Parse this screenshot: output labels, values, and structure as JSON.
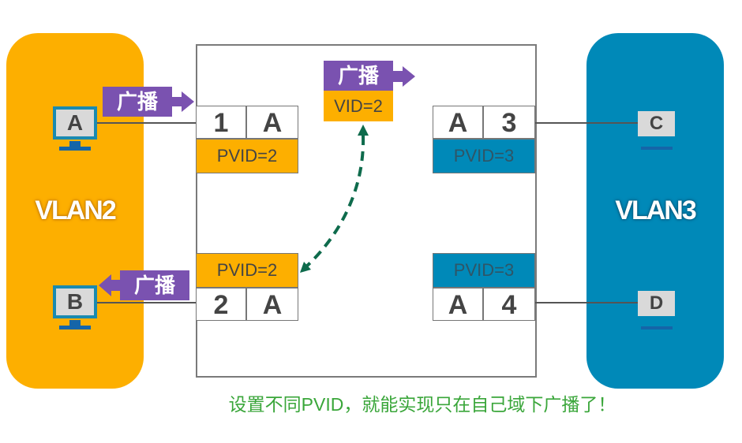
{
  "colors": {
    "vlan2": "#fdaf00",
    "vlan3": "#0089b8",
    "broadcast": "#7a52b0",
    "arrow": "#0e6b4c",
    "caption": "#3aa63a"
  },
  "vlans": [
    {
      "label": "VLAN2"
    },
    {
      "label": "VLAN3"
    }
  ],
  "hosts": [
    {
      "label": "A"
    },
    {
      "label": "B"
    },
    {
      "label": "C"
    },
    {
      "label": "D"
    }
  ],
  "ports": [
    {
      "number": "1",
      "type": "A",
      "pvid": "PVID=2"
    },
    {
      "number": "2",
      "type": "A",
      "pvid": "PVID=2"
    },
    {
      "number": "3",
      "type": "A",
      "pvid": "PVID=3"
    },
    {
      "number": "4",
      "type": "A",
      "pvid": "PVID=3"
    }
  ],
  "broadcast_label": "广播",
  "frame_vid": "VID=2",
  "caption": "设置不同PVID，就能实现只在自己域下广播了！"
}
